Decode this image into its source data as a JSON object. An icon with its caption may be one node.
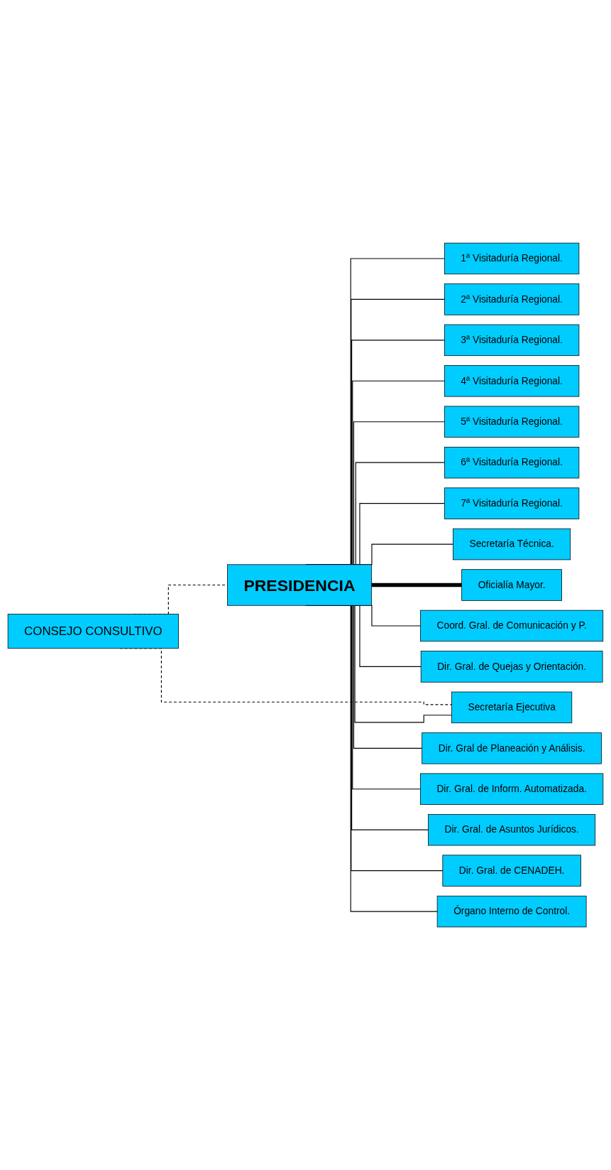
{
  "diagram": {
    "nodes": [
      {
        "text": [
          "PRESIDENCIA"
        ]
      },
      {
        "text": [
          "CONSEJO CONSULTIVO"
        ]
      },
      {
        "text": [
          "1ª Visitaduría Regional."
        ]
      },
      {
        "text": [
          "2ª Visitaduría Regional."
        ]
      },
      {
        "text": [
          "3ª Visitaduría Regional."
        ]
      },
      {
        "text": [
          "4ª Visitaduría Regional."
        ]
      },
      {
        "text": [
          "5ª Visitaduría Regional."
        ]
      },
      {
        "text": [
          "6ª Visitaduría Regional."
        ]
      },
      {
        "text": [
          "7ª Visitaduría Regional."
        ]
      },
      {
        "text": [
          "Secretaría Ejecutiva"
        ]
      },
      {
        "text": [
          "Secretaría Técnica."
        ]
      },
      {
        "text": [
          "Oficialía Mayor."
        ]
      },
      {
        "text": [
          "Coord. Gral. de Comunicación y P."
        ]
      },
      {
        "text": [
          "Dir. Gral. de Quejas y Orientación."
        ]
      },
      {
        "text": [
          "Dir. Gral de Planeación y Análisis."
        ]
      },
      {
        "text": [
          "Dir. Gral. de Inform. Automatizada."
        ]
      },
      {
        "text": [
          "Dir. Gral. de Asuntos Jurídicos."
        ]
      },
      {
        "text": [
          "Dir. Gral. de CENADEH."
        ]
      },
      {
        "text": [
          "Órgano Interno de Control."
        ]
      }
    ],
    "edges": [
      {
        "from": 0,
        "to": 2,
        "arrow": "none"
      },
      {
        "from": 0,
        "to": 3,
        "arrow": "none"
      },
      {
        "from": 0,
        "to": 4,
        "arrow": "none"
      },
      {
        "from": 0,
        "to": 5,
        "arrow": "none"
      },
      {
        "from": 0,
        "to": 6,
        "arrow": "none"
      },
      {
        "from": 0,
        "to": 7,
        "arrow": "none"
      },
      {
        "from": 0,
        "to": 8,
        "arrow": "none"
      },
      {
        "from": 0,
        "to": 9,
        "arrow": "none"
      },
      {
        "from": 0,
        "to": 10,
        "arrow": "none"
      },
      {
        "from": 0,
        "to": 11,
        "arrow": "none",
        "style": "thick"
      },
      {
        "from": 0,
        "to": 12,
        "arrow": "none"
      },
      {
        "from": 0,
        "to": 13,
        "arrow": "none"
      },
      {
        "from": 0,
        "to": 14,
        "arrow": "none"
      },
      {
        "from": 0,
        "to": 15,
        "arrow": "none"
      },
      {
        "from": 0,
        "to": 16,
        "arrow": "none"
      },
      {
        "from": 0,
        "to": 17,
        "arrow": "none"
      },
      {
        "from": 0,
        "to": 18,
        "arrow": "none"
      },
      {
        "from": 1,
        "to": 0,
        "arrow": "none",
        "style": "dashed"
      },
      {
        "from": 1,
        "to": 9,
        "arrow": "none",
        "style": "dashed"
      }
    ]
  }
}
